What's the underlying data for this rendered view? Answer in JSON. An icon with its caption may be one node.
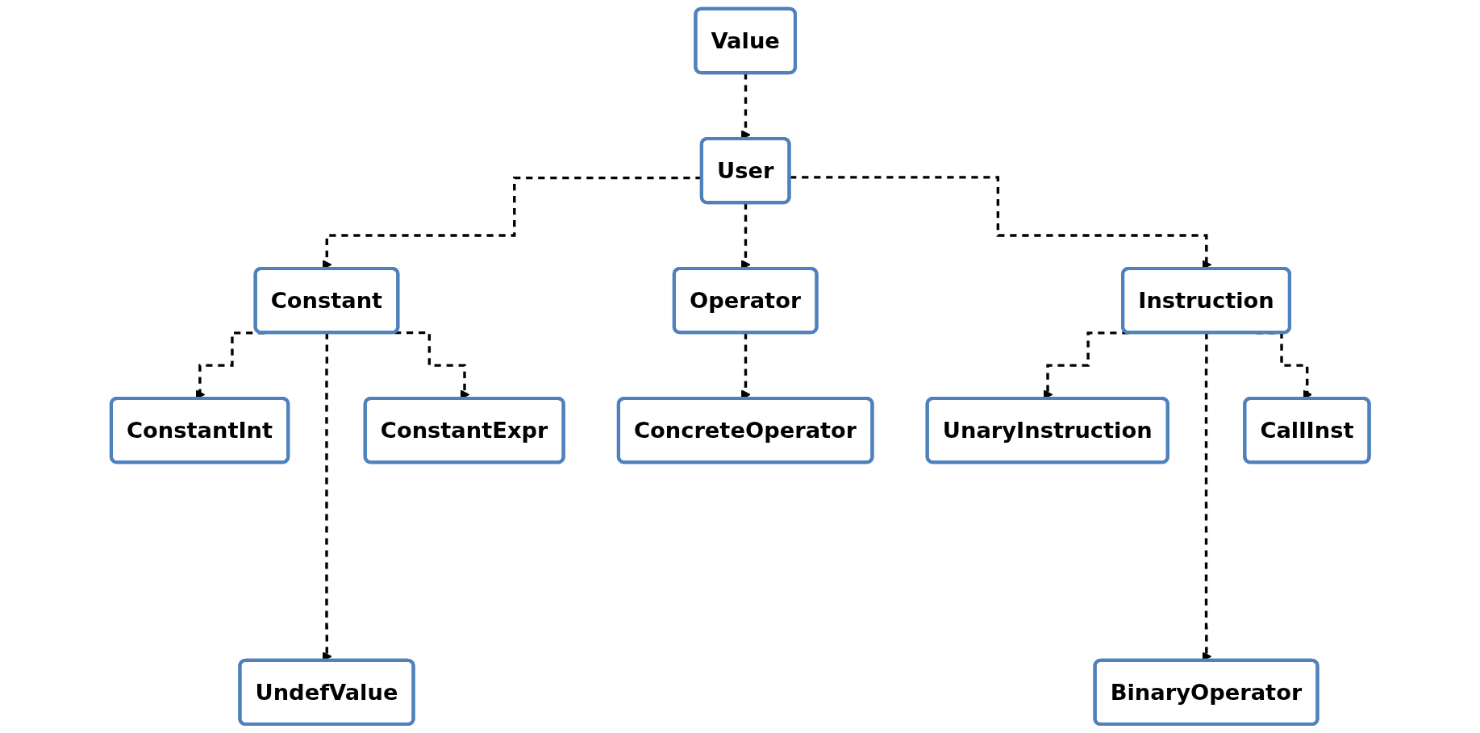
{
  "diagram": {
    "nodes": [
      {
        "text": [
          "Value"
        ]
      },
      {
        "text": [
          "User"
        ]
      },
      {
        "text": [
          "Constant"
        ]
      },
      {
        "text": [
          "Operator"
        ]
      },
      {
        "text": [
          "Instruction"
        ]
      },
      {
        "text": [
          "ConstantInt"
        ]
      },
      {
        "text": [
          "ConstantExpr"
        ]
      },
      {
        "text": [
          "ConcreteOperator"
        ]
      },
      {
        "text": [
          "UnaryInstruction"
        ]
      },
      {
        "text": [
          "CallInst"
        ]
      },
      {
        "text": [
          "UndefValue"
        ]
      },
      {
        "text": [
          "BinaryOperator"
        ]
      }
    ],
    "edges": [
      {
        "from": 0,
        "to": 1,
        "arrow": "to",
        "style": "dashed"
      },
      {
        "from": 1,
        "to": 2,
        "arrow": "to",
        "style": "dashed"
      },
      {
        "from": 1,
        "to": 3,
        "arrow": "to",
        "style": "dashed"
      },
      {
        "from": 1,
        "to": 4,
        "arrow": "to",
        "style": "dashed"
      },
      {
        "from": 2,
        "to": 5,
        "arrow": "to",
        "style": "dashed"
      },
      {
        "from": 2,
        "to": 10,
        "arrow": "to",
        "style": "dashed"
      },
      {
        "from": 2,
        "to": 6,
        "arrow": "to",
        "style": "dashed"
      },
      {
        "from": 3,
        "to": 7,
        "arrow": "to",
        "style": "dashed"
      },
      {
        "from": 4,
        "to": 8,
        "arrow": "to",
        "style": "dashed"
      },
      {
        "from": 4,
        "to": 11,
        "arrow": "to",
        "style": "dashed"
      },
      {
        "from": 4,
        "to": 9,
        "arrow": "to",
        "style": "dashed"
      }
    ]
  }
}
